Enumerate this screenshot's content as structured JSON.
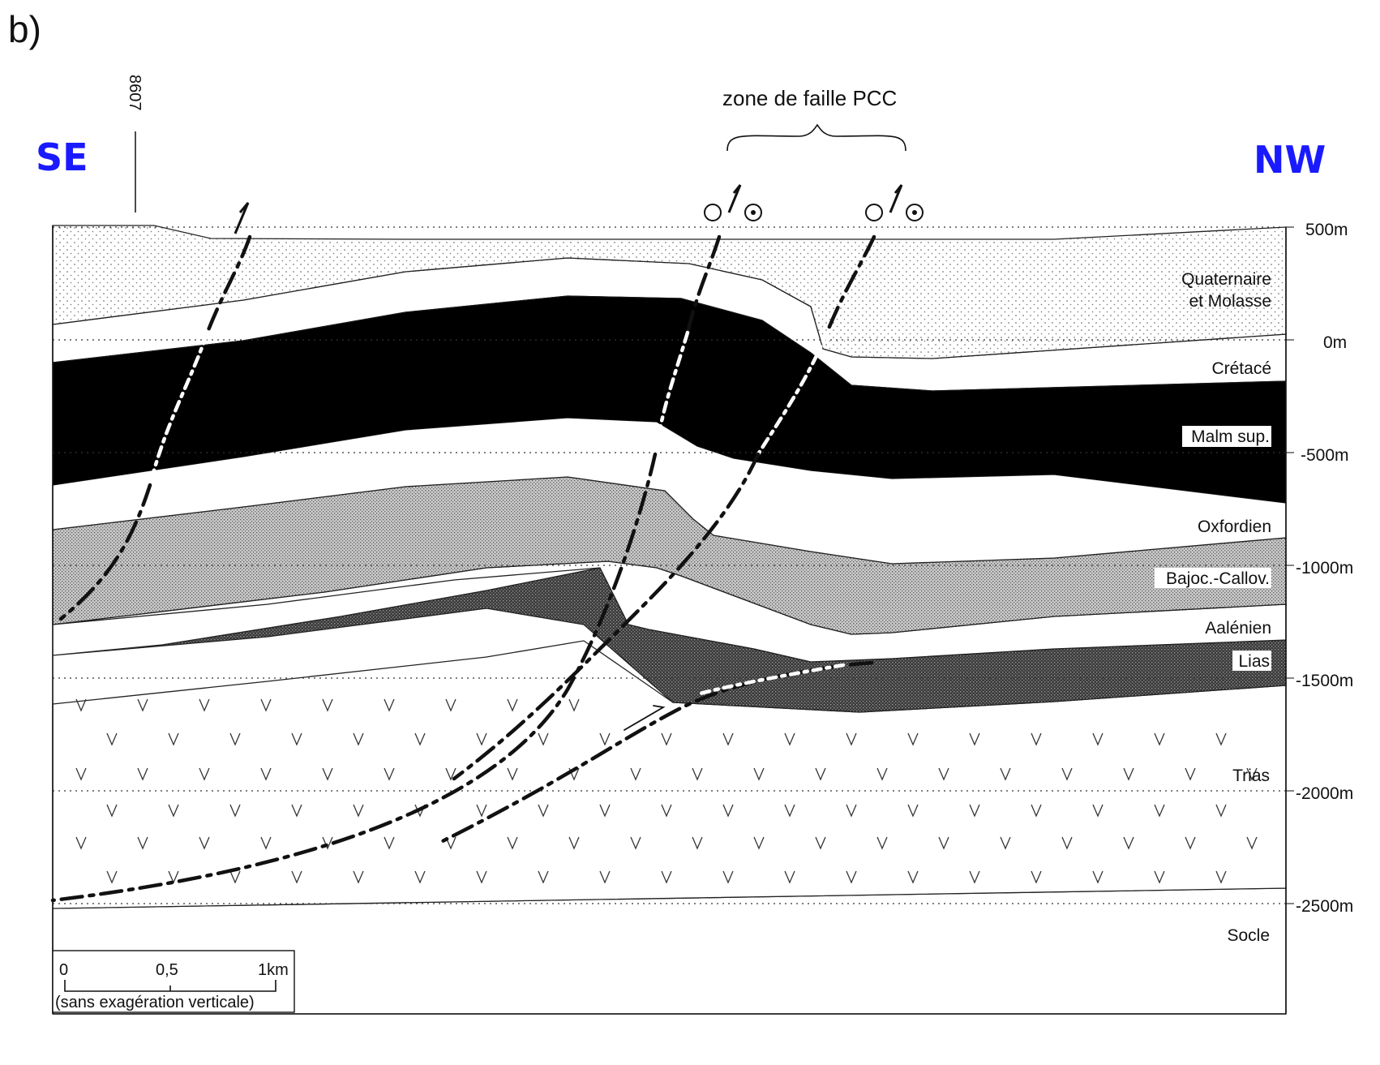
{
  "panel_label": "b)",
  "well_label": "8607",
  "fault_zone_label": "zone de faille PCC",
  "direction_left": "SE",
  "direction_right": "NW",
  "depth_ticks": [
    {
      "label": "500m",
      "value": 500
    },
    {
      "label": "0m",
      "value": 0
    },
    {
      "label": "-500m",
      "value": -500
    },
    {
      "label": "-1000m",
      "value": -1000
    },
    {
      "label": "-1500m",
      "value": -1500
    },
    {
      "label": "-2000m",
      "value": -2000
    },
    {
      "label": "-2500m",
      "value": -2500
    }
  ],
  "layers": [
    {
      "key": "quaternaire",
      "line1": "Quaternaire",
      "line2": "et Molasse"
    },
    {
      "key": "cretace",
      "line1": "Crétacé"
    },
    {
      "key": "malm",
      "line1": "Malm sup."
    },
    {
      "key": "oxfordien",
      "line1": "Oxfordien"
    },
    {
      "key": "bajoc",
      "line1": "Bajoc.-Callov."
    },
    {
      "key": "aalenien",
      "line1": "Aalénien"
    },
    {
      "key": "lias",
      "line1": "Lias"
    },
    {
      "key": "trias",
      "line1": "Trias"
    },
    {
      "key": "socle",
      "line1": "Socle"
    }
  ],
  "scale_bar": {
    "ticks": [
      "0",
      "0,5",
      "1km"
    ],
    "note": "(sans exagération verticale)"
  },
  "colors": {
    "direction": "#1a1aff",
    "malm": "#000000",
    "ink": "#111111"
  }
}
